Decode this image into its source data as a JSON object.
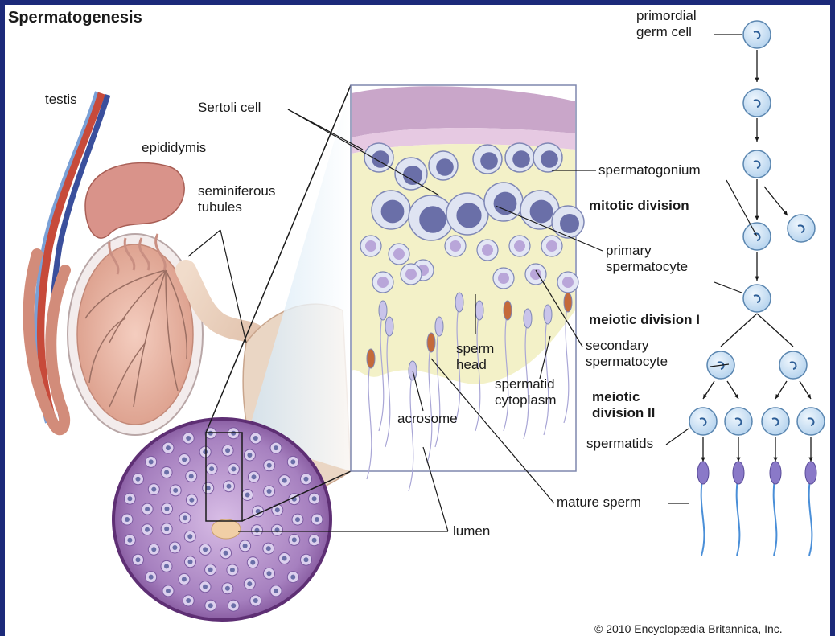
{
  "title": "Spermatogenesis",
  "labels": {
    "testis": "testis",
    "epididymis": "epididymis",
    "seminiferous_tubules": "seminiferous\ntubules",
    "sertoli_cell": "Sertoli cell",
    "spermatogonium": "spermatogonium",
    "primary_spermatocyte": "primary\nspermatocyte",
    "secondary_spermatocyte": "secondary\nspermatocyte",
    "sperm_head": "sperm\nhead",
    "spermatid_cytoplasm": "spermatid\ncytoplasm",
    "acrosome": "acrosome",
    "mature_sperm": "mature sperm",
    "lumen": "lumen",
    "primordial_germ_cell": "primordial\ngerm cell",
    "spermatids": "spermatids"
  },
  "stages": {
    "mitotic_division": "mitotic division",
    "meiotic_division_1": "meiotic division I",
    "meiotic_division_2": "meiotic\ndivision II"
  },
  "credit": "© 2010 Encyclopædia Britannica, Inc.",
  "colors": {
    "border": "#1c2a7a",
    "cell_fill": "#cfe4f5",
    "cell_stroke": "#5a86b0",
    "nucleus": "#6a6fa8",
    "tubule_tissue": "#8c5c9e",
    "testis_tissue": "#e9b9a8",
    "epididymis": "#d9938a",
    "cytoplasm": "#f3f1c8",
    "sperm_tail": "#4a8fd8"
  }
}
